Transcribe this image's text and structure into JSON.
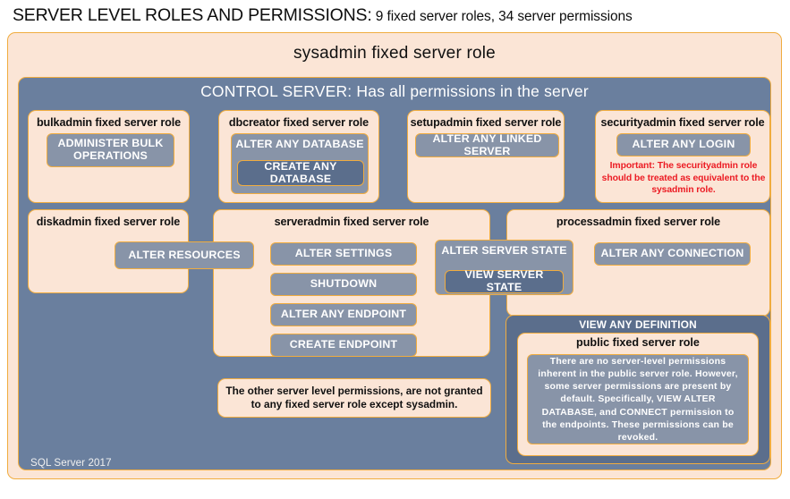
{
  "header": {
    "title_main": "SERVER LEVEL ROLES AND PERMISSIONS:",
    "title_sub": " 9 fixed server roles, 34 server permissions"
  },
  "containers": {
    "sysadmin_label": "sysadmin fixed server role",
    "control_server_label": "CONTROL SERVER: Has all permissions in the server",
    "footer": "SQL Server 2017"
  },
  "roles": {
    "bulkadmin": {
      "label": "bulkadmin fixed server role",
      "permission": "ADMINISTER  BULK OPERATIONS"
    },
    "dbcreator": {
      "label": "dbcreator fixed server role",
      "permission": "ALTER ANY DATABASE",
      "nested_permission": "CREATE  ANY DATABASE"
    },
    "setupadmin": {
      "label": "setupadmin fixed server role",
      "permission": "ALTER ANY LINKED SERVER"
    },
    "securityadmin": {
      "label": "securityadmin fixed server role",
      "permission": "ALTER ANY LOGIN",
      "note": "Important:  The securityadmin role should  be treated as equivalent to the  sysadmin role."
    },
    "diskadmin": {
      "label": "diskadmin fixed server role",
      "permission": "ALTER RESOURCES"
    },
    "serveradmin": {
      "label": "serveradmin fixed server role",
      "permissions": [
        "ALTER SETTINGS",
        "SHUTDOWN",
        "ALTER ANY ENDPOINT",
        "CREATE  ENDPOINT"
      ]
    },
    "processadmin": {
      "label": "processadmin fixed server role",
      "permission": "ALTER ANY CONNECTION"
    },
    "shared_state": {
      "permission": "ALTER SERVER  STATE",
      "nested_permission": "VIEW SERVER  STATE"
    },
    "public": {
      "header_permission": "VIEW  ANY DEFINITION",
      "label": "public  fixed server role",
      "note": "There are no server-level permissions inherent in the public server role. However, some server permissions are present by default. Specifically, VIEW ALTER DATABASE, and CONNECT permission to the endpoints. These permissions can be revoked."
    }
  },
  "notes": {
    "other_permissions": "The other server level permissions,  are not granted to any fixed server role except sysadmin."
  },
  "colors": {
    "peach": "#fbe5d6",
    "gold_border": "#f0ac3f",
    "slate_panel": "#6a7f9e",
    "slate_dark": "#5b6e8c",
    "chip": "#8894a8",
    "warning_red": "#ec1c24"
  }
}
